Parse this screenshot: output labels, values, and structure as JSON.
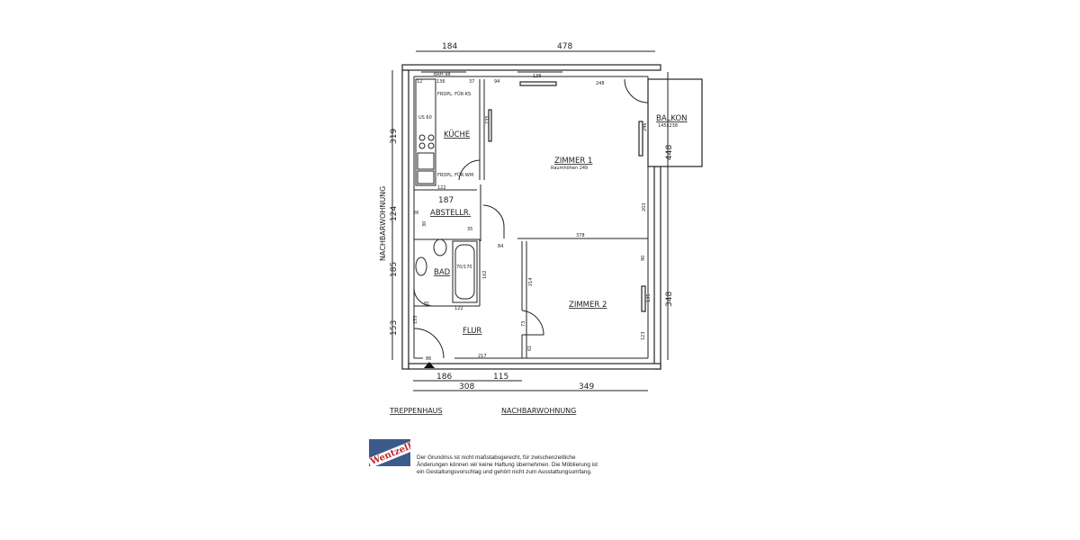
{
  "rooms": {
    "kitchen": "KÜCHE",
    "storage": "ABSTELLR.",
    "bath": "BAD",
    "hall": "FLUR",
    "room1": "ZIMMER 1",
    "room1_note": "Raumhöhen 249",
    "room2": "ZIMMER 2",
    "balcony": "BALKON",
    "balcony_size": "145x238"
  },
  "dimensions": {
    "top": [
      "184",
      "478"
    ],
    "left": [
      "319",
      "124",
      "185",
      "153"
    ],
    "right": [
      "448",
      "348"
    ],
    "bottom_row1": [
      "186",
      "115"
    ],
    "bottom_row2": [
      "308",
      "349"
    ],
    "entrance": "86",
    "inner": [
      "BRH 98",
      "12",
      "136",
      "37",
      "94",
      "136",
      "248",
      "235",
      "246",
      "FRDPL. FÜR KS",
      "US 60",
      "FRDPL. FÜR WM",
      "122",
      "187",
      "26",
      "30",
      "35",
      "203",
      "378",
      "84",
      "70/170",
      "162",
      "214",
      "90",
      "135",
      "123",
      "81",
      "122",
      "73",
      "61",
      "217",
      "153"
    ]
  },
  "surroundings": {
    "left": "NACHBARWOHNUNG",
    "bottom_left": "TREPPENHAUS",
    "bottom_right": "NACHBARWOHNUNG"
  },
  "logo_text": "WentzelDr.",
  "disclaimer": [
    "Der Grundriss ist nicht maßstabsgerecht, für zwischenzeitliche",
    "Änderungen können wir keine Haftung übernehmen. Die Möblierung ist",
    "ein Gestaltungsvorschlag und gehört nicht zum Ausstattungsumfang."
  ]
}
